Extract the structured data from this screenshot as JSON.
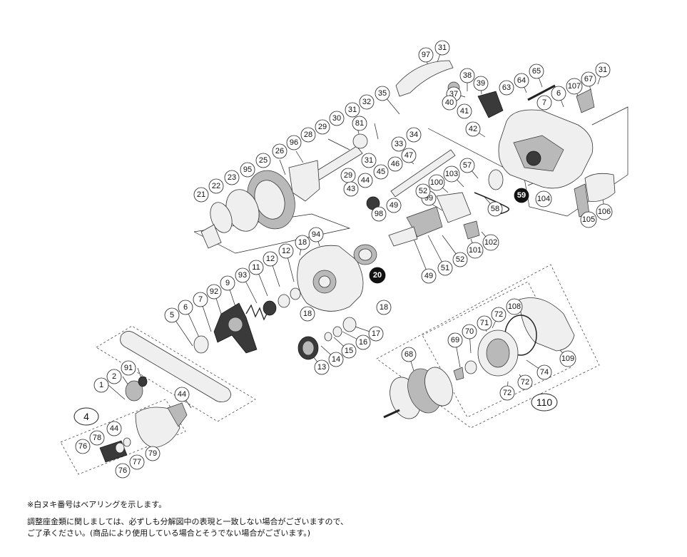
{
  "parts": [
    "31",
    "97",
    "38",
    "39",
    "37",
    "40",
    "41",
    "64",
    "65",
    "63",
    "6",
    "7",
    "107",
    "67",
    "31",
    "35",
    "32",
    "31",
    "81",
    "30",
    "29",
    "28",
    "34",
    "33",
    "96",
    "26",
    "42",
    "47",
    "46",
    "31",
    "45",
    "29",
    "25",
    "95",
    "23",
    "22",
    "21",
    "44",
    "43",
    "57",
    "100",
    "103",
    "99",
    "52",
    "49",
    "98",
    "59",
    "104",
    "58",
    "105",
    "106",
    "102",
    "101",
    "52",
    "51",
    "49",
    "94",
    "18",
    "12",
    "12",
    "11",
    "20",
    "93",
    "9",
    "7",
    "92",
    "6",
    "5",
    "18",
    "17",
    "16",
    "15",
    "14",
    "13",
    "18",
    "91",
    "2",
    "1",
    "44",
    "4",
    "78",
    "44",
    "76",
    "77",
    "79",
    "76",
    "68",
    "110",
    "109",
    "72",
    "108",
    "71",
    "70",
    "69",
    "74",
    "72",
    "72"
  ],
  "notes": {
    "line1": "※白ヌキ番号はベアリングを示します。",
    "line2": "調整座金類に関しましては、必ずしも分解図中の表現と一致しない場合がございますので、",
    "line3": "ご了承ください。(商品により使用している場合とそうでない場合がございます。)"
  }
}
